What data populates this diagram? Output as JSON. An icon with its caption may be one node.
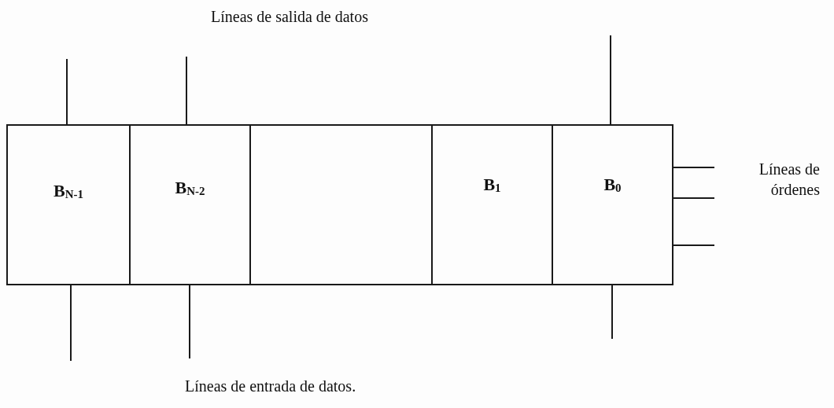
{
  "diagram": {
    "nodes": [
      {
        "text": [
          "B$_{N-1}$"
        ]
      },
      {
        "text": [
          "B$_{N-2}$"
        ]
      },
      {
        "text": [],
        "shape": "box"
      },
      {
        "text": [
          "B$_{1}$"
        ]
      },
      {
        "text": [
          "B$_{0}$"
        ]
      }
    ],
    "edges": [
      {
        "from": 0,
        "to": null,
        "arrow": "none"
      },
      {
        "from": 1,
        "to": null,
        "arrow": "none"
      },
      {
        "from": 4,
        "to": null,
        "arrow": "none"
      },
      {
        "from": null,
        "to": 0,
        "arrow": "none"
      },
      {
        "from": null,
        "to": 1,
        "arrow": "none"
      },
      {
        "from": null,
        "to": 4,
        "arrow": "none"
      },
      {
        "from": null,
        "to": 4,
        "arrow": "none"
      },
      {
        "from": null,
        "to": 4,
        "arrow": "none"
      },
      {
        "from": null,
        "to": 4,
        "arrow": "none"
      }
    ],
    "labels": [
      "Líneas de salida de datos",
      "Líneas de órdenes",
      "Líneas de entrada de datos."
    ]
  }
}
